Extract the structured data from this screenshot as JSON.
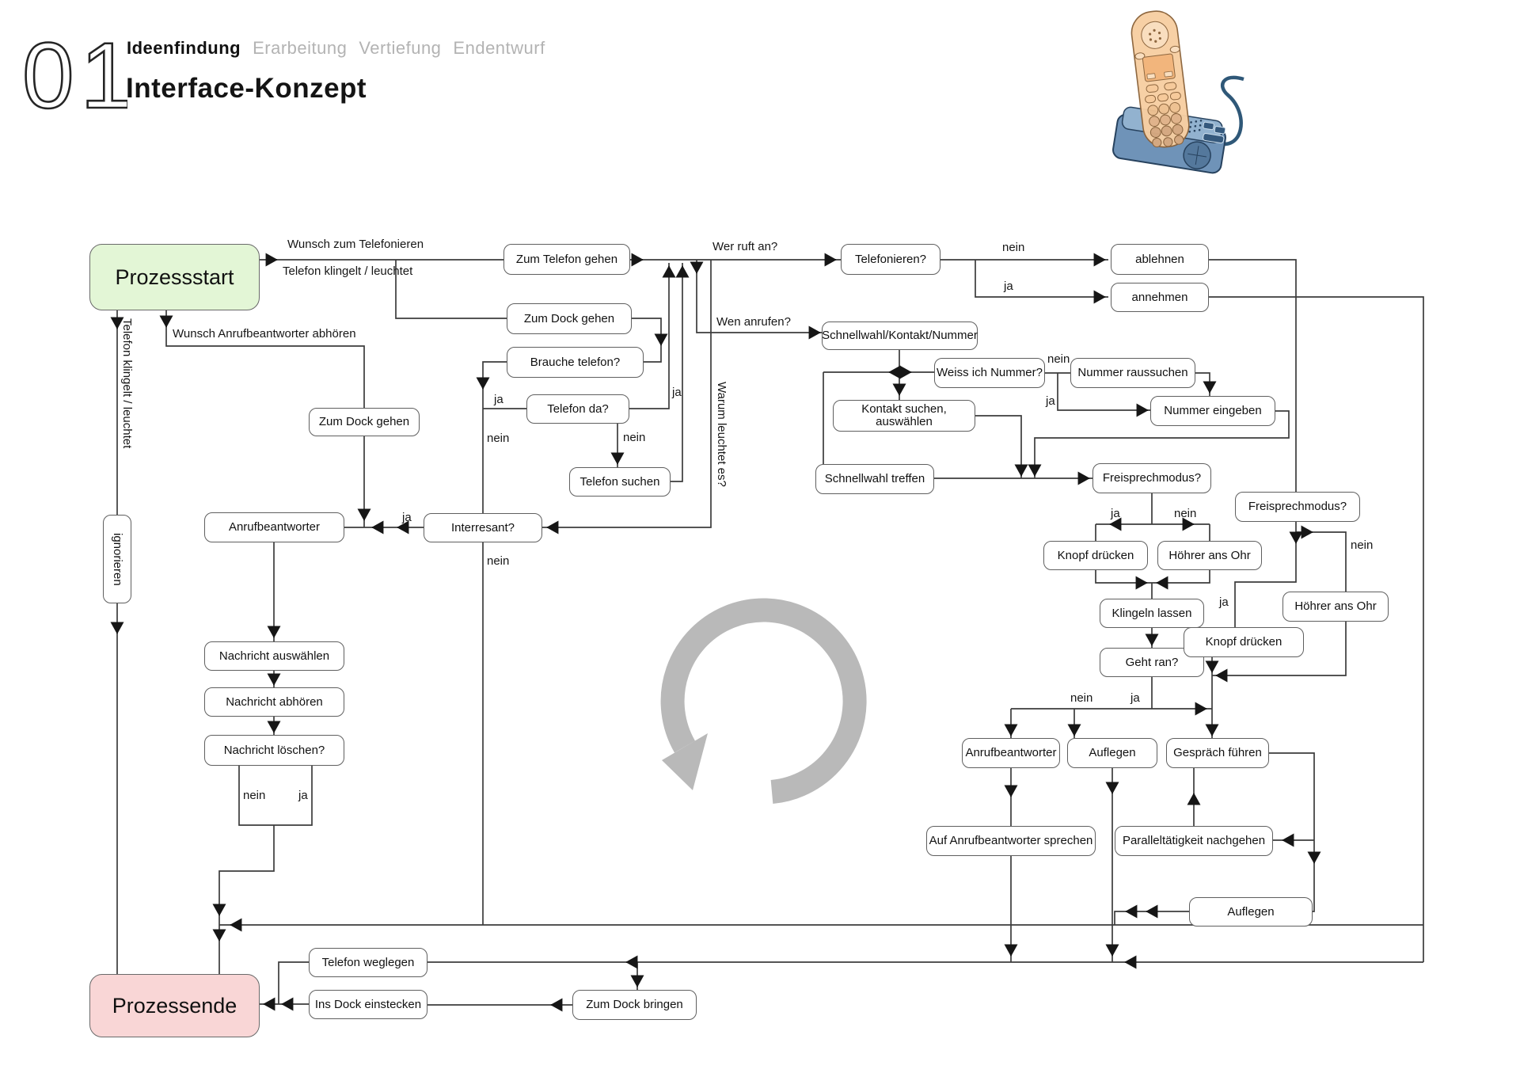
{
  "header": {
    "number": "01",
    "tabs": [
      {
        "label": "Ideenfindung",
        "active": true
      },
      {
        "label": "Erarbeitung",
        "active": false
      },
      {
        "label": "Vertiefung",
        "active": false
      },
      {
        "label": "Endentwurf",
        "active": false
      }
    ],
    "title": "Interface-Konzept"
  },
  "icons": {
    "phone": "cordless-phone-with-dock-illustration",
    "loop": "circular-arrow-icon"
  },
  "colors": {
    "start_fill": "#e3f6d6",
    "end_fill": "#f9d6d6",
    "line": "#3c3c3c",
    "loop_gray": "#b9b9b9",
    "tab_inactive": "#b3b3b3"
  },
  "flowchart": {
    "nodes": [
      {
        "id": "prozessstart",
        "label": "Prozessstart",
        "type": "start"
      },
      {
        "id": "zum-telefon-gehen",
        "label": "Zum Telefon gehen",
        "type": "process"
      },
      {
        "id": "zum-dock-gehen-oben",
        "label": "Zum Dock gehen",
        "type": "process"
      },
      {
        "id": "brauche-telefon",
        "label": "Brauche telefon?",
        "type": "decision"
      },
      {
        "id": "telefon-da",
        "label": "Telefon da?",
        "type": "decision"
      },
      {
        "id": "telefon-suchen",
        "label": "Telefon suchen",
        "type": "process"
      },
      {
        "id": "zum-dock-gehen-links",
        "label": "Zum Dock gehen",
        "type": "process"
      },
      {
        "id": "anrufbeantworter-links",
        "label": "Anrufbeantworter",
        "type": "process"
      },
      {
        "id": "interresant",
        "label": "Interresant?",
        "type": "decision"
      },
      {
        "id": "nachricht-auswaehlen",
        "label": "Nachricht auswählen",
        "type": "process"
      },
      {
        "id": "nachricht-abhoeren",
        "label": "Nachricht abhören",
        "type": "process"
      },
      {
        "id": "nachricht-loeschen",
        "label": "Nachricht löschen?",
        "type": "decision"
      },
      {
        "id": "ignorieren",
        "label": "ignorieren",
        "type": "process-vertical"
      },
      {
        "id": "telefonieren",
        "label": "Telefonieren?",
        "type": "decision"
      },
      {
        "id": "ablehnen",
        "label": "ablehnen",
        "type": "process"
      },
      {
        "id": "annehmen",
        "label": "annehmen",
        "type": "process"
      },
      {
        "id": "schnellwahl-kontakt-nummer",
        "label": "Schnellwahl/Kontakt/Nummer",
        "type": "process"
      },
      {
        "id": "weiss-ich-nummer",
        "label": "Weiss ich Nummer?",
        "type": "decision"
      },
      {
        "id": "nummer-raussuchen",
        "label": "Nummer raussuchen",
        "type": "process"
      },
      {
        "id": "nummer-eingeben",
        "label": "Nummer eingeben",
        "type": "process"
      },
      {
        "id": "kontakt-suchen-auswaehlen",
        "label": "Kontakt suchen, auswählen",
        "type": "process"
      },
      {
        "id": "schnellwahl-treffen",
        "label": "Schnellwahl treffen",
        "type": "process"
      },
      {
        "id": "freisprechmodus-1",
        "label": "Freisprechmodus?",
        "type": "decision"
      },
      {
        "id": "knopf-druecken-1",
        "label": "Knopf drücken",
        "type": "process"
      },
      {
        "id": "hoehrer-ans-ohr-1",
        "label": "Höhrer ans Ohr",
        "type": "process"
      },
      {
        "id": "klingeln-lassen",
        "label": "Klingeln lassen",
        "type": "process"
      },
      {
        "id": "geht-ran",
        "label": "Geht ran?",
        "type": "decision"
      },
      {
        "id": "freisprechmodus-2",
        "label": "Freisprechmodus?",
        "type": "decision"
      },
      {
        "id": "hoehrer-ans-ohr-2",
        "label": "Höhrer ans Ohr",
        "type": "process"
      },
      {
        "id": "knopf-druecken-2",
        "label": "Knopf drücken",
        "type": "process"
      },
      {
        "id": "anrufbeantworter-2",
        "label": "Anrufbeantworter",
        "type": "process"
      },
      {
        "id": "auflegen-1",
        "label": "Auflegen",
        "type": "process"
      },
      {
        "id": "gespraech-fuehren",
        "label": "Gespräch führen",
        "type": "process"
      },
      {
        "id": "auf-anrufbeantworter-sprechen",
        "label": "Auf Anrufbeantworter sprechen",
        "type": "process"
      },
      {
        "id": "paralleltaetigkeit-nachgehen",
        "label": "Paralleltätigkeit nachgehen",
        "type": "process"
      },
      {
        "id": "auflegen-2",
        "label": "Auflegen",
        "type": "process"
      },
      {
        "id": "telefon-weglegen",
        "label": "Telefon weglegen",
        "type": "process"
      },
      {
        "id": "ins-dock-einstecken",
        "label": "Ins Dock einstecken",
        "type": "process"
      },
      {
        "id": "zum-dock-bringen",
        "label": "Zum Dock bringen",
        "type": "process"
      },
      {
        "id": "prozessende",
        "label": "Prozessende",
        "type": "end"
      }
    ],
    "edge_labels": [
      {
        "id": "wunsch-zum-telefonieren",
        "text": "Wunsch zum Telefonieren"
      },
      {
        "id": "telefon-klingelt-leuchtet-oben",
        "text": "Telefon klingelt / leuchtet"
      },
      {
        "id": "wunsch-anrufbeantworter-abhoeren",
        "text": "Wunsch Anrufbeantworter abhören"
      },
      {
        "id": "telefon-klingelt-leuchtet-vertikal",
        "text": "Telefon klingelt / leuchtet"
      },
      {
        "id": "wer-ruft-an",
        "text": "Wer ruft an?"
      },
      {
        "id": "wen-anrufen",
        "text": "Wen anrufen?"
      },
      {
        "id": "warum-leuchtet-es",
        "text": "Warum leuchtet es?"
      },
      {
        "id": "nein-telefonieren",
        "text": "nein"
      },
      {
        "id": "ja-telefonieren",
        "text": "ja"
      },
      {
        "id": "ja-telefon-da",
        "text": "ja"
      },
      {
        "id": "ja-brauche",
        "text": "ja"
      },
      {
        "id": "nein-brauche",
        "text": "nein"
      },
      {
        "id": "nein-telefon-da",
        "text": "nein"
      },
      {
        "id": "ja-interresant",
        "text": "ja"
      },
      {
        "id": "nein-interresant",
        "text": "nein"
      },
      {
        "id": "nein-weiss-nummer",
        "text": "nein"
      },
      {
        "id": "ja-weiss-nummer",
        "text": "ja"
      },
      {
        "id": "ja-freisprech-1",
        "text": "ja"
      },
      {
        "id": "nein-freisprech-1",
        "text": "nein"
      },
      {
        "id": "nein-freisprech-2",
        "text": "nein"
      },
      {
        "id": "ja-freisprech-2",
        "text": "ja"
      },
      {
        "id": "nein-geht-ran",
        "text": "nein"
      },
      {
        "id": "ja-geht-ran",
        "text": "ja"
      },
      {
        "id": "nein-loeschen",
        "text": "nein"
      },
      {
        "id": "ja-loeschen",
        "text": "ja"
      }
    ]
  }
}
